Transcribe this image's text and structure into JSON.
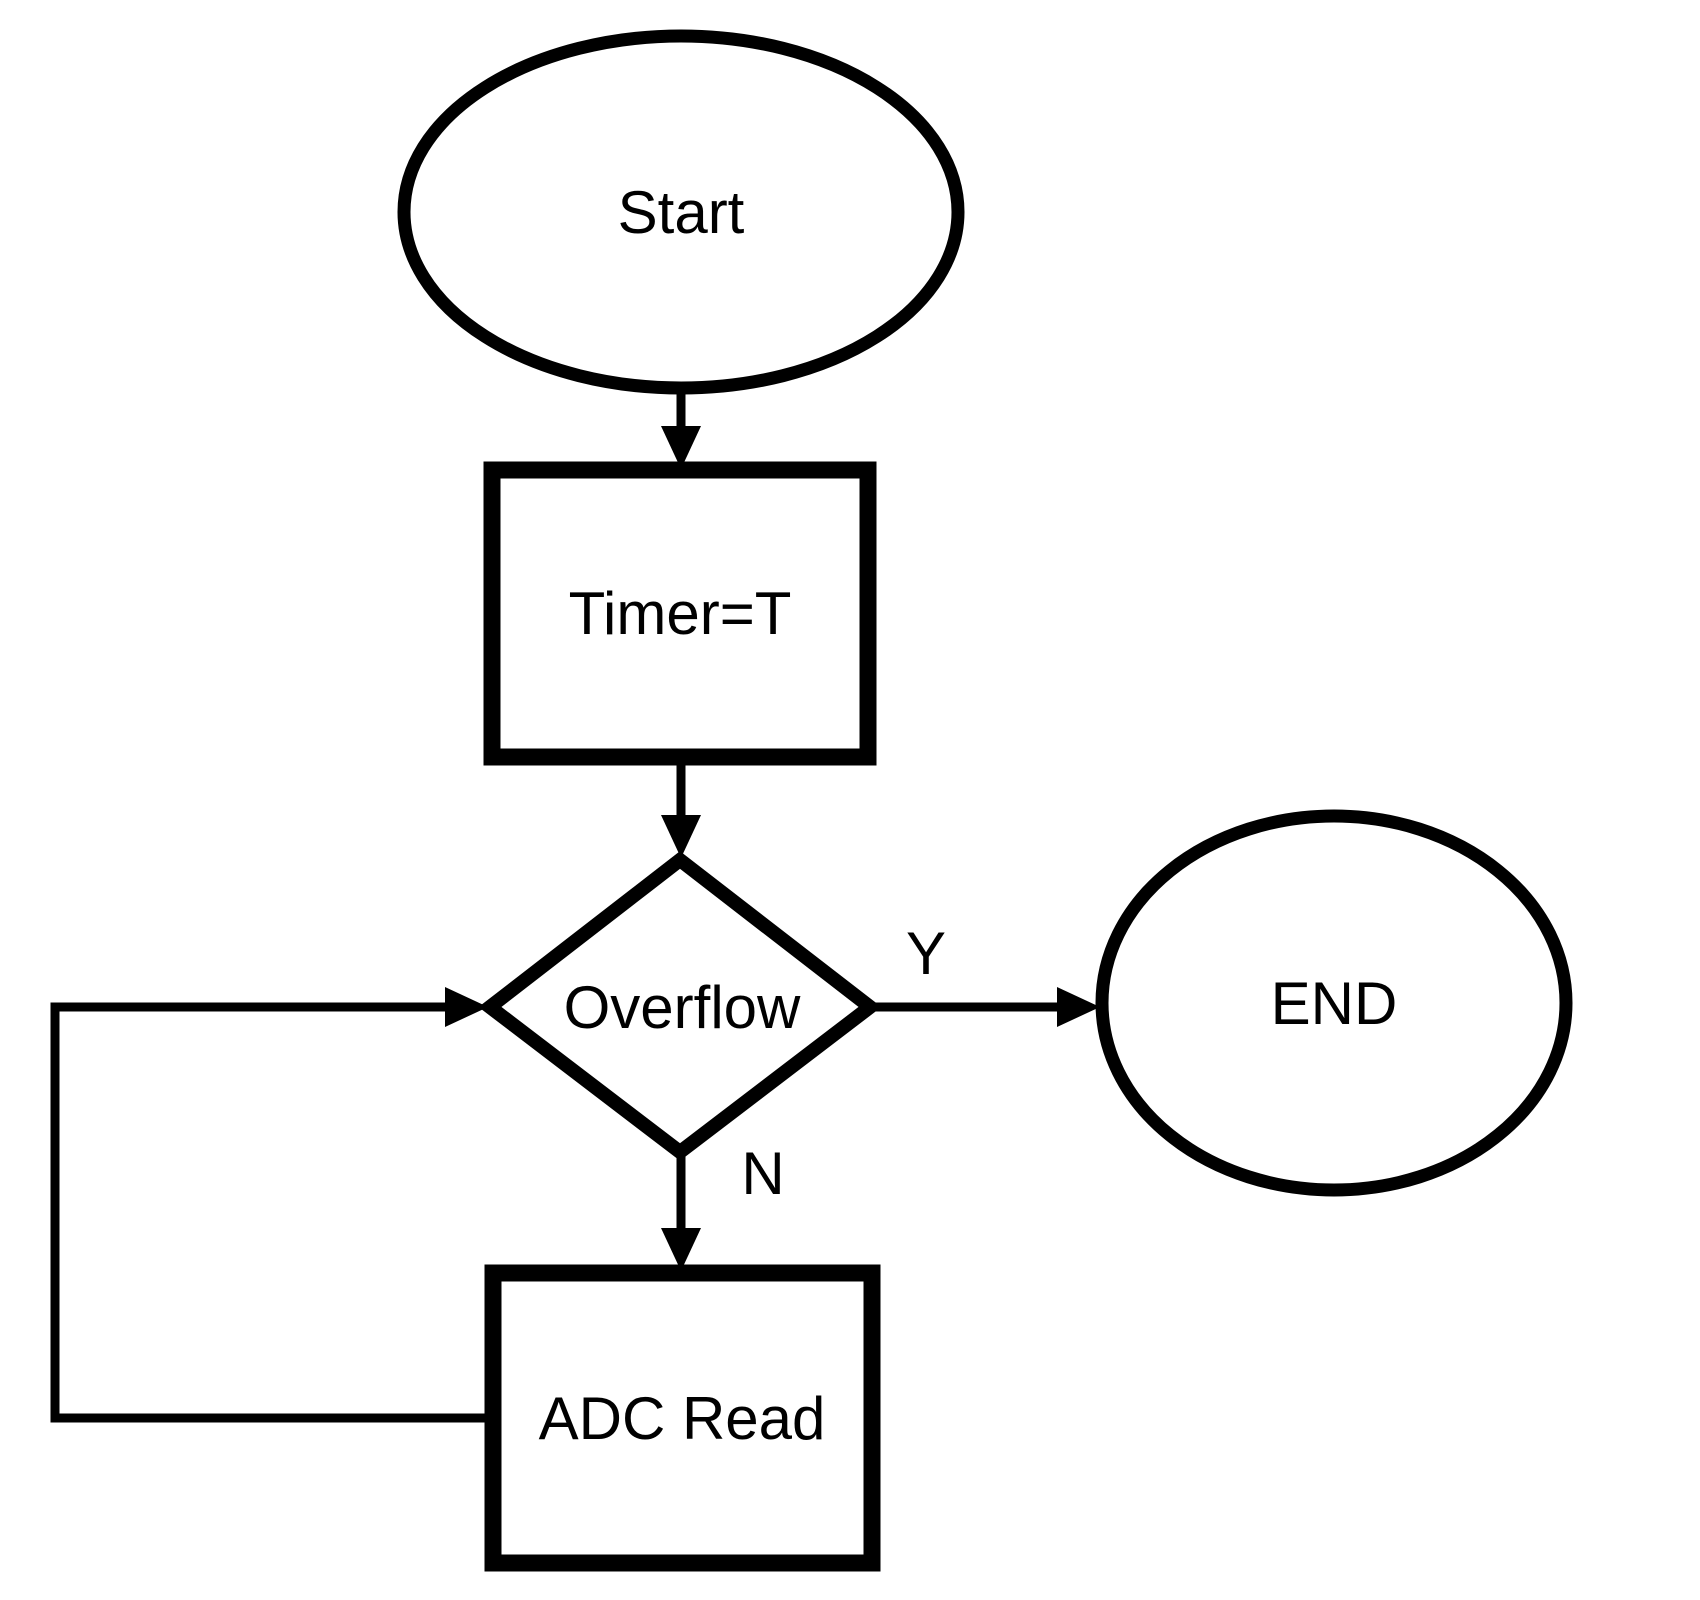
{
  "page": {
    "background": "#ffffff"
  },
  "diagram": {
    "type": "flowchart",
    "colors": {
      "stroke": "#000000",
      "shape_fill": "#ffffff",
      "text": "#000000"
    },
    "nodes": [
      {
        "id": "start",
        "shape": "terminator-ellipse",
        "label": "Start"
      },
      {
        "id": "timer",
        "shape": "process-rect",
        "label": "Timer=T"
      },
      {
        "id": "overflow",
        "shape": "decision-diamond",
        "label": "Overflow"
      },
      {
        "id": "end",
        "shape": "terminator-ellipse",
        "label": "END"
      },
      {
        "id": "adc-read",
        "shape": "process-rect",
        "label": "ADC Read"
      }
    ],
    "edges": [
      {
        "from": "start",
        "to": "timer",
        "label": ""
      },
      {
        "from": "timer",
        "to": "overflow",
        "label": ""
      },
      {
        "from": "overflow",
        "to": "end",
        "label": "Y"
      },
      {
        "from": "overflow",
        "to": "adc-read",
        "label": "N"
      },
      {
        "from": "adc-read",
        "to": "overflow",
        "label": ""
      }
    ]
  }
}
